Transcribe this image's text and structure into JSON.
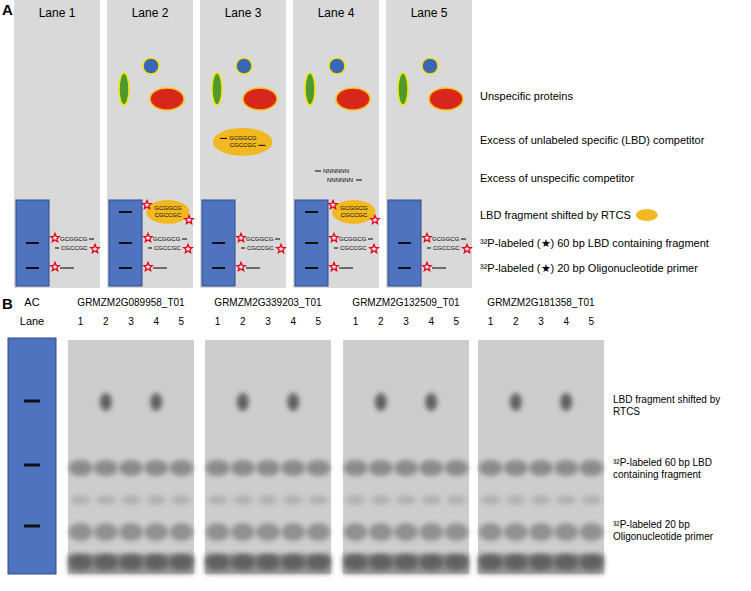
{
  "diagram": {
    "nodes": [
      {
        "text": [
          "Lane 1"
        ]
      },
      {
        "text": [
          "Lane 2"
        ]
      },
      {
        "text": [
          "Lane 3"
        ]
      },
      {
        "text": [
          "Lane 4"
        ]
      },
      {
        "text": [
          "Lane 5"
        ]
      },
      {
        "text": [
          "GCGGCG",
          "CGCCGC"
        ],
        "in": 1
      },
      {
        "text": [
          "GCGGCG",
          "CGCCGC"
        ],
        "in": 2
      },
      {
        "text": [
          "GCGGCG",
          "CGCCGC"
        ],
        "in": 3
      },
      {
        "text": [
          "AC",
          "Lane"
        ]
      },
      {
        "text": [
          "GRMZM2G089958_T01"
        ]
      },
      {
        "text": [
          "GRMZM2G339203_T01"
        ]
      },
      {
        "text": [
          "GRMZM2G132509_T01"
        ]
      },
      {
        "text": [
          "GRMZM2G181358_T01"
        ]
      }
    ],
    "labels": [
      "A",
      "Unspecific proteins",
      "Excess of unlabeled specific (LBD) competitor",
      "Excess of unspecific competitor",
      "LBD fragment shifted by RTCS",
      "³²P-labeled (★) 60 bp LBD containing fragment",
      "³²P-labeled (★) 20 bp Oligonucleotide primer",
      "GCGGCG",
      "CGCCGC",
      "GCGGCG",
      "CGCCGC",
      "GCGGCG",
      "CGCCGC",
      "GCGGCG",
      "CGCCGC",
      "GCGGCG",
      "CGCCGC",
      "NNNNNN",
      "NNNNNN",
      "B",
      "LBD fragment shifted by RTCS",
      "³²P-labeled 60 bp LBD containing fragment",
      "³²P-labeled 20 bp Oligonucleotide primer",
      "1",
      "2",
      "3",
      "4",
      "5",
      "1",
      "2",
      "3",
      "4",
      "5",
      "1",
      "2",
      "3",
      "4",
      "5",
      "1",
      "2",
      "3",
      "4",
      "5"
    ]
  }
}
